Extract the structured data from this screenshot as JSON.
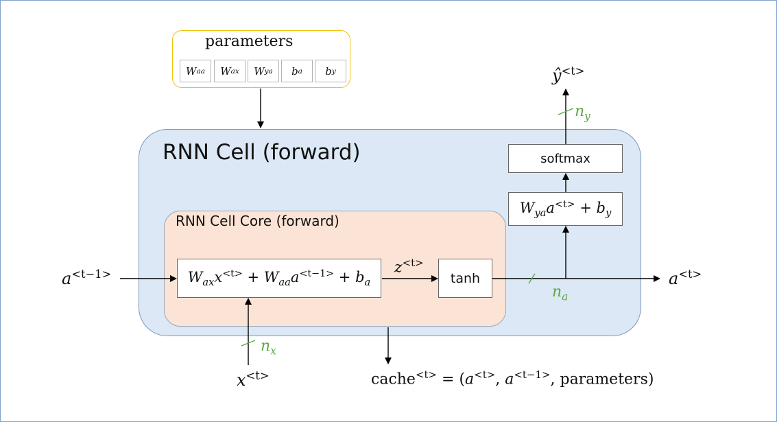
{
  "parameters": {
    "title": "parameters",
    "cells": [
      "W_aa",
      "W_ax",
      "W_ya",
      "b_a",
      "b_y"
    ]
  },
  "cell": {
    "title": "RNN Cell (forward)",
    "core_title": "RNN Cell Core (forward)"
  },
  "ops": {
    "linear": "W_ax x^<t> + W_aa a^<t−1> + b_a",
    "tanh": "tanh",
    "output_linear": "W_ya a^<t> + b_y",
    "softmax": "softmax"
  },
  "signals": {
    "a_prev": "a^<t−1>",
    "x": "x^<t>",
    "z": "z^<t>",
    "a_next": "a^<t>",
    "y_hat": "ŷ^<t>",
    "cache": "cache^<t> = (a^<t>, a^<t−1>, parameters)"
  },
  "dims": {
    "n_x": "n_x",
    "n_a": "n_a",
    "n_y": "n_y"
  },
  "colors": {
    "outer_fill": "#dce8f5",
    "core_fill": "#fbe4d5",
    "param_border": "#f2c20e",
    "dim_green": "#5aa844"
  }
}
